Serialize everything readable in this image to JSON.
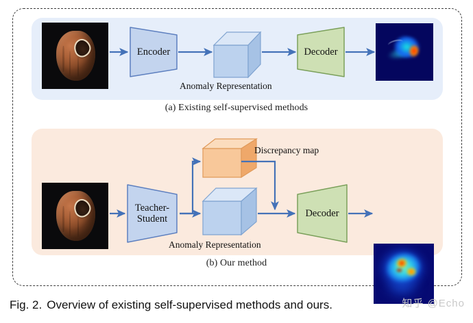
{
  "figure": {
    "caption_number": "Fig. 2.",
    "caption_text": "Overview of existing self-supervised methods and ours.",
    "watermark": "知乎 @Echo"
  },
  "colors": {
    "panel_a_bg": "#e6eefa",
    "panel_b_bg": "#fbeade",
    "arrow": "#4472b8",
    "encoder_fill": "#c3d4ee",
    "encoder_stroke": "#5d7fbf",
    "decoder_fill": "#cee0b4",
    "decoder_stroke": "#7ba05b",
    "box_blue_front": "#bcd2ee",
    "box_blue_top": "#d7e5f6",
    "box_blue_side": "#9ebde2",
    "box_orange_front": "#f8c89a",
    "box_orange_top": "#fbdcbd",
    "box_orange_side": "#efa86a",
    "frame_dash": "#3c3c3c"
  },
  "panel_a": {
    "caption": "(a) Existing self-supervised methods",
    "input_image_alt": "hazelnut-with-crack",
    "encoder_label": "Encoder",
    "representation_label": "Anomaly Representation",
    "decoder_label": "Decoder",
    "output_image_alt": "anomaly-heatmap-sparse"
  },
  "panel_b": {
    "caption": "(b) Our method",
    "input_image_alt": "hazelnut-with-crack",
    "backbone_label_line1": "Teacher-",
    "backbone_label_line2": "Student",
    "discrepancy_label": "Discrepancy map",
    "representation_label": "Anomaly Representation",
    "decoder_label": "Decoder",
    "output_image_alt": "anomaly-heatmap-smooth"
  },
  "chart_data": {
    "type": "diagram",
    "title": "Overview of existing self-supervised methods and ours.",
    "pipelines": [
      {
        "id": "a",
        "name": "Existing self-supervised methods",
        "nodes": [
          {
            "id": "a-input",
            "type": "image",
            "label": "hazelnut-with-crack"
          },
          {
            "id": "a-encoder",
            "type": "trapezoid",
            "label": "Encoder",
            "color": "#c3d4ee"
          },
          {
            "id": "a-repr",
            "type": "box3d",
            "label": "Anomaly Representation",
            "color": "#bcd2ee"
          },
          {
            "id": "a-decoder",
            "type": "trapezoid",
            "label": "Decoder",
            "color": "#cee0b4"
          },
          {
            "id": "a-output",
            "type": "image",
            "label": "anomaly-heatmap-sparse"
          }
        ],
        "edges": [
          {
            "from": "a-input",
            "to": "a-encoder"
          },
          {
            "from": "a-encoder",
            "to": "a-repr"
          },
          {
            "from": "a-repr",
            "to": "a-decoder"
          },
          {
            "from": "a-decoder",
            "to": "a-output"
          }
        ]
      },
      {
        "id": "b",
        "name": "Our method",
        "nodes": [
          {
            "id": "b-input",
            "type": "image",
            "label": "hazelnut-with-crack"
          },
          {
            "id": "b-backbone",
            "type": "trapezoid",
            "label": "Teacher-Student",
            "color": "#c3d4ee"
          },
          {
            "id": "b-discrepancy",
            "type": "box3d",
            "label": "Discrepancy map",
            "color": "#f8c89a"
          },
          {
            "id": "b-repr",
            "type": "box3d",
            "label": "Anomaly Representation",
            "color": "#bcd2ee"
          },
          {
            "id": "b-decoder",
            "type": "trapezoid",
            "label": "Decoder",
            "color": "#cee0b4"
          },
          {
            "id": "b-output",
            "type": "image",
            "label": "anomaly-heatmap-smooth"
          }
        ],
        "edges": [
          {
            "from": "b-input",
            "to": "b-backbone"
          },
          {
            "from": "b-backbone",
            "to": "b-discrepancy"
          },
          {
            "from": "b-backbone",
            "to": "b-repr"
          },
          {
            "from": "b-discrepancy",
            "to": "b-decoder"
          },
          {
            "from": "b-repr",
            "to": "b-decoder"
          },
          {
            "from": "b-decoder",
            "to": "b-output"
          }
        ]
      }
    ]
  }
}
